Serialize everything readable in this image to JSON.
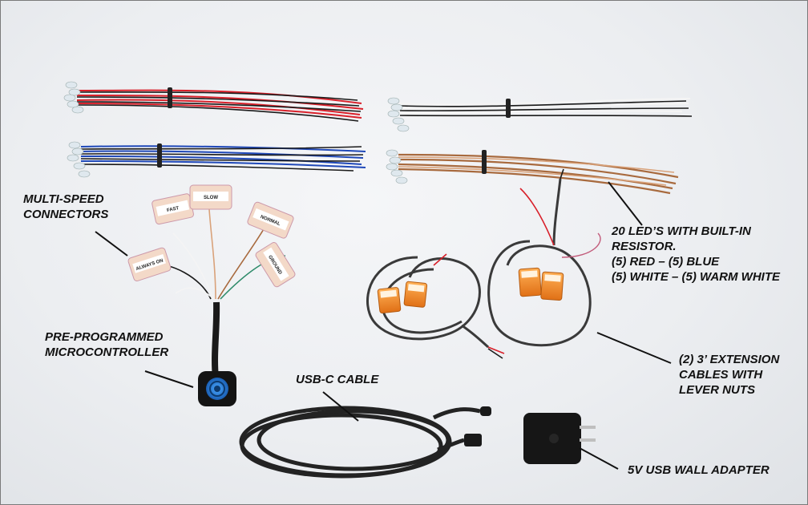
{
  "callouts": {
    "multi_speed": [
      "MULTI-SPEED",
      "CONNECTORS"
    ],
    "microcontroller": [
      "PRE-PROGRAMMED",
      "MICROCONTROLLER"
    ],
    "usb_c": [
      "USB-C CABLE"
    ],
    "leds": [
      "20 LED’S WITH BUILT-IN",
      "RESISTOR.",
      "(5) RED – (5) BLUE",
      "(5) WHITE – (5) WARM WHITE"
    ],
    "extension": [
      "(2) 3’ EXTENSION",
      "CABLES WITH",
      "LEVER NUTS"
    ],
    "adapter": [
      "5V USB WALL ADAPTER"
    ]
  },
  "connector_tags": {
    "fast": "FAST",
    "slow": "SLOW",
    "normal": "NORMAL",
    "always_on": "ALWAYS ON",
    "ground": "GROUND"
  },
  "colors": {
    "red_wire": "#d8202a",
    "blue_wire": "#1f48b8",
    "white_wire": "#f4f4f4",
    "warm_wire": "#a86a3e",
    "black_wire": "#1a1a1a",
    "lever_nut": "#f08a2a",
    "button_blue": "#2a8be0"
  }
}
